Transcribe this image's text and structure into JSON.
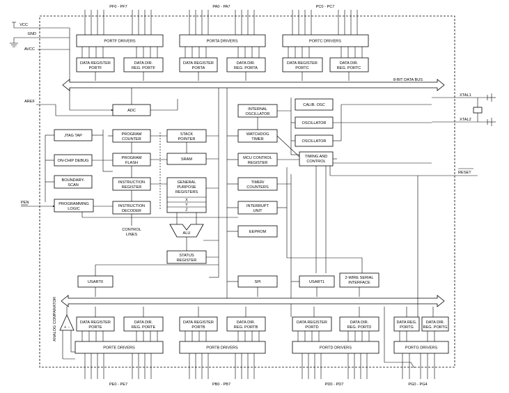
{
  "pins": {
    "vcc": "VCC",
    "gnd": "GND",
    "avcc": "AVCC",
    "aref": "AREF",
    "pen": "PEN",
    "xtal1": "XTAL1",
    "xtal2": "XTAL2",
    "reset": "RESET",
    "analog_comparator": "ANALOG COMPARATOR"
  },
  "ports_top": {
    "pf_label": "PF0 - PF7",
    "pa_label": "PA0 - PA7",
    "pc_label": "PC0 - PC7",
    "portf_drivers": "PORTF DRIVERS",
    "porta_drivers": "PORTA DRIVERS",
    "portc_drivers": "PORTC DRIVERS"
  },
  "registers_top": {
    "data_reg_portf_l1": "DATA REGISTER",
    "data_reg_portf_l2": "PORTF",
    "data_dir_portf_l1": "DATA DIR.",
    "data_dir_portf_l2": "REG. PORTF",
    "data_reg_porta_l1": "DATA REGISTER",
    "data_reg_porta_l2": "PORTA",
    "data_dir_porta_l1": "DATA DIR.",
    "data_dir_porta_l2": "REG. PORTA",
    "data_reg_portc_l1": "DATA REGISTER",
    "data_reg_portc_l2": "PORTC",
    "data_dir_portc_l1": "DATA DIR.",
    "data_dir_portc_l2": "REG. PORTC"
  },
  "bus": {
    "data_bus": "8-BIT DATA BUS"
  },
  "blocks": {
    "adc": "ADC",
    "jtag_tap": "JTAG TAP",
    "on_chip_debug": "ON-CHIP DEBUG",
    "boundary_l1": "BOUNDARY-",
    "boundary_l2": "SCAN",
    "prog_logic_l1": "PROGRAMMING",
    "prog_logic_l2": "LOGIC",
    "pc_l1": "PROGRAM",
    "pc_l2": "COUNTER",
    "pflash_l1": "PROGRAM",
    "pflash_l2": "FLASH",
    "ireg_l1": "INSTRUCTION",
    "ireg_l2": "REGISTER",
    "idec_l1": "INSTRUCTION",
    "idec_l2": "DECODER",
    "control_lines_l1": "CONTROL",
    "control_lines_l2": "LINES",
    "sp_l1": "STACK",
    "sp_l2": "POINTER",
    "sram": "SRAM",
    "gpr_l1": "GENERAL",
    "gpr_l2": "PURPOSE",
    "gpr_l3": "REGISTERS",
    "reg_x": "X",
    "reg_y": "Y",
    "reg_z": "Z",
    "alu": "ALU",
    "status_l1": "STATUS",
    "status_l2": "REGISTER",
    "int_osc_l1": "INTERNAL",
    "int_osc_l2": "OSCILLATOR",
    "wdt_l1": "WATCHDOG",
    "wdt_l2": "TIMER",
    "mcu_l1": "MCU CONTROL",
    "mcu_l2": "REGISTER",
    "timers_l1": "TIMER/",
    "timers_l2": "COUNTERS",
    "irq_l1": "INTERRUPT",
    "irq_l2": "UNIT",
    "eeprom": "EEPROM",
    "calib_osc": "CALIB. OSC",
    "osc1": "OSCILLATOR",
    "osc2": "OSCILLATOR",
    "timing_l1": "TIMING AND",
    "timing_l2": "CONTROL",
    "usart0": "USART0",
    "spi": "SPI",
    "usart1": "USART1",
    "twi_l1": "2-WIRE SERIAL",
    "twi_l2": "INTERFACE"
  },
  "registers_bottom": {
    "data_reg_porte_l1": "DATA REGISTER",
    "data_reg_porte_l2": "PORTE",
    "data_dir_porte_l1": "DATA DIR.",
    "data_dir_porte_l2": "REG. PORTE",
    "data_reg_portb_l1": "DATA REGISTER",
    "data_reg_portb_l2": "PORTB",
    "data_dir_portb_l1": "DATA DIR.",
    "data_dir_portb_l2": "REG. PORTB",
    "data_reg_portd_l1": "DATA REGISTER",
    "data_reg_portd_l2": "PORTD",
    "data_dir_portd_l1": "DATA DIR.",
    "data_dir_portd_l2": "REG. PORTD",
    "data_reg_portg_l1": "DATA REG.",
    "data_reg_portg_l2": "PORTG",
    "data_dir_portg_l1": "DATA DIR.",
    "data_dir_portg_l2": "REG. PORTG"
  },
  "ports_bottom": {
    "porte_drivers": "PORTE DRIVERS",
    "portb_drivers": "PORTB DRIVERS",
    "portd_drivers": "PORTD DRIVERS",
    "portg_drivers": "PORTG DRIVERS",
    "pe_label": "PE0 - PE7",
    "pb_label": "PB0 - PB7",
    "pd_label": "PD0 - PD7",
    "pg_label": "PG0 - PG4"
  }
}
